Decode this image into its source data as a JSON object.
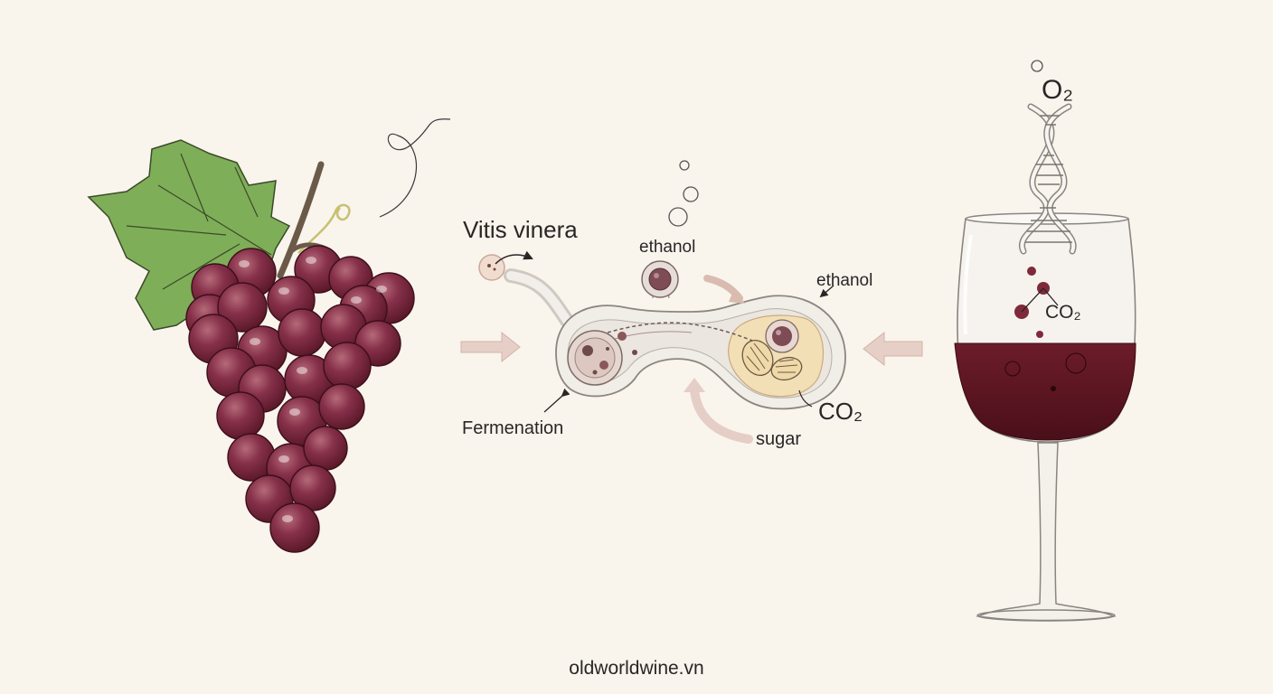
{
  "labels": {
    "species": "Vitis vinera",
    "ethanol_top": "ethanol",
    "ethanol_right": "ethanol",
    "fermentation": "Fermenation",
    "co2_cell": "CO₂",
    "sugar": "sugar",
    "co2_glass": "CO₂",
    "o2": "O₂"
  },
  "footer": {
    "website": "oldworldwine.vn"
  },
  "colors": {
    "background": "#f9f4ec",
    "grape": "#7d2a3c",
    "grape_dark": "#5e1a2a",
    "leaf": "#7fae58",
    "wine": "#5c1420",
    "cell_yellow": "#f3dfb3",
    "arrow": "#d9bbb0"
  }
}
